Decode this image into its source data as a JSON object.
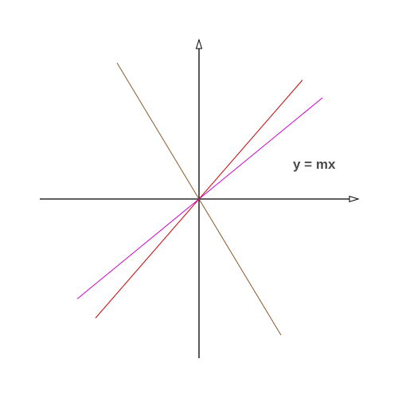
{
  "diagram": {
    "formula_label": "y = mx",
    "lines": [
      {
        "color": "#cc0000",
        "slope": 1.15,
        "x_range": [
          -1.3,
          1.3
        ]
      },
      {
        "color": "#cc00cc",
        "slope": 0.82,
        "x_range": [
          -1.53,
          1.55
        ]
      },
      {
        "color": "#8b5a2b",
        "slope": -1.66,
        "x_range": [
          -1.03,
          1.03
        ]
      }
    ],
    "axis_color": "#000000"
  }
}
